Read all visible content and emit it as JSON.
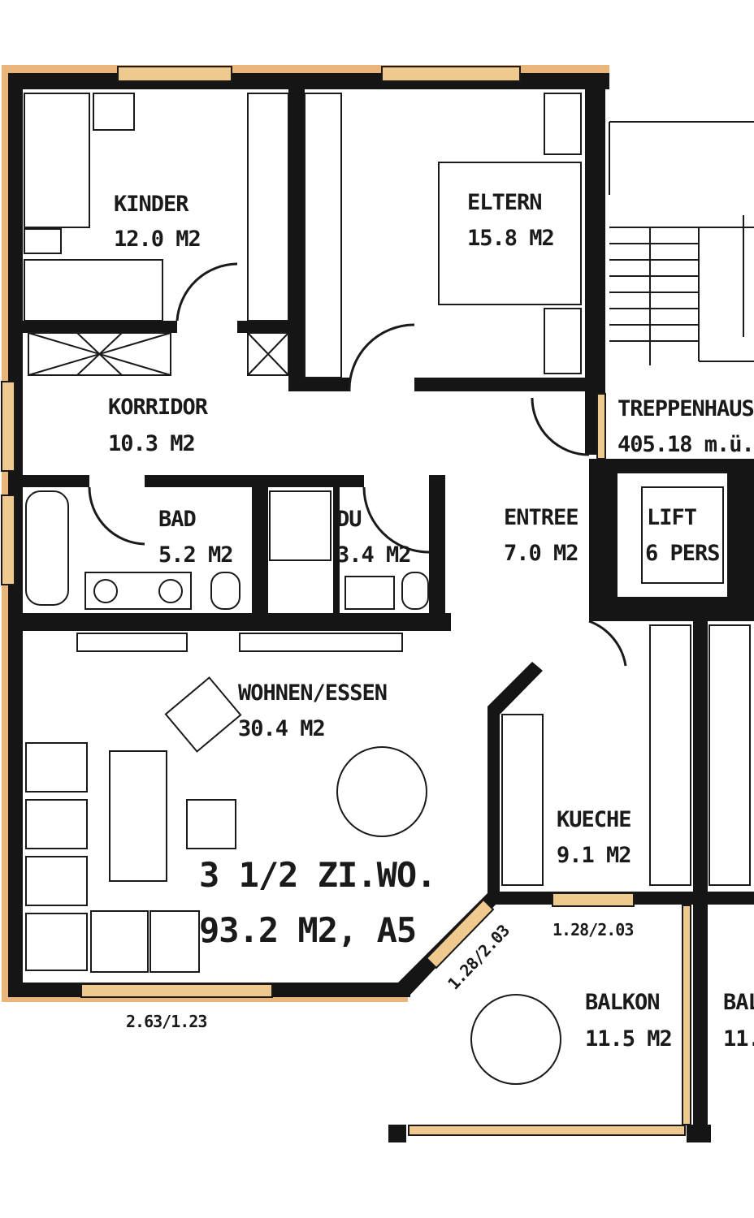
{
  "rooms": {
    "kinder": {
      "name": "KINDER",
      "area": "12.0 M2"
    },
    "eltern": {
      "name": "ELTERN",
      "area": "15.8 M2"
    },
    "korridor": {
      "name": "KORRIDOR",
      "area": "10.3 M2"
    },
    "treppenhaus": {
      "name": "TREPPENHAUS",
      "area": "405.18 m.ü."
    },
    "bad": {
      "name": "BAD",
      "area": "5.2 M2"
    },
    "du": {
      "name": "DU",
      "area": "3.4 M2"
    },
    "entree": {
      "name": "ENTREE",
      "area": "7.0 M2"
    },
    "lift": {
      "name": "LIFT",
      "capacity": "6 PERS"
    },
    "wohnen": {
      "name": "WOHNEN/ESSEN",
      "area": "30.4 M2"
    },
    "kueche": {
      "name": "KUECHE",
      "area": "9.1 M2"
    },
    "balkon": {
      "name": "BALKON",
      "area": "11.5 M2"
    },
    "balkon_neighbor": {
      "name": "BAL",
      "area": "11."
    }
  },
  "apartment": {
    "type": "3 1/2 ZI.WO.",
    "summary": "93.2 M2, A5"
  },
  "dimensions": {
    "window_living": "2.63/1.23",
    "window_diagonal": "1.28/2.03",
    "window_kitchen": "1.28/2.03"
  },
  "colors": {
    "wall": "#151515",
    "exterior_band": "#f0c98f"
  }
}
